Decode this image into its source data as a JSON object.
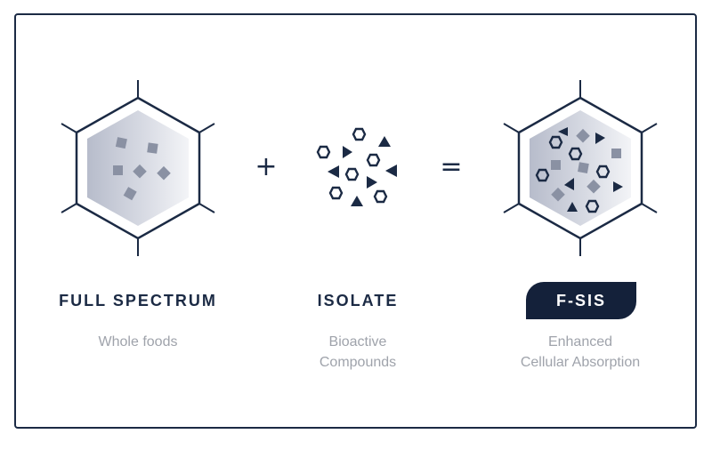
{
  "operators": {
    "plus": "+",
    "equals": "="
  },
  "columns": [
    {
      "title": "FULL SPECTRUM",
      "subtitle_lines": [
        "Whole foods"
      ]
    },
    {
      "title": "ISOLATE",
      "subtitle_lines": [
        "Bioactive",
        "Compounds"
      ]
    },
    {
      "title": "F-SIS",
      "subtitle_lines": [
        "Enhanced",
        "Cellular Absorption"
      ]
    }
  ],
  "colors": {
    "navy": "#1b2a44",
    "badge": "#14213a",
    "gray_square": "#8a91a3",
    "subtitle": "#9fa3ab"
  },
  "icons": [
    "hexagon-cell-icon",
    "square-particle-icon",
    "hexagon-ring-icon",
    "triangle-icon"
  ]
}
